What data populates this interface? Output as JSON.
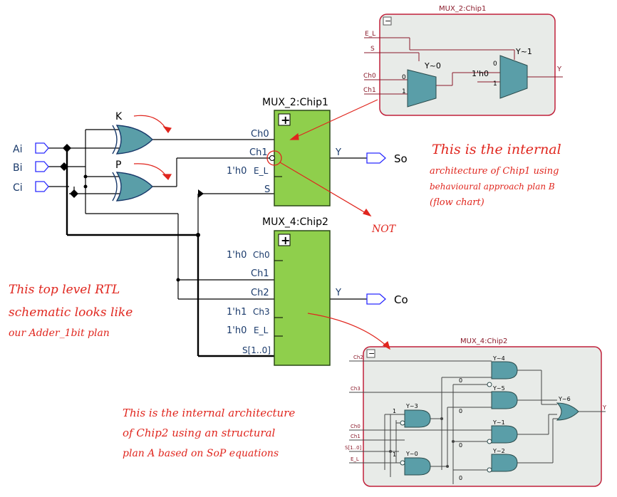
{
  "top_level": {
    "inputs": [
      "Ai",
      "Bi",
      "Ci"
    ],
    "outputs": [
      "So",
      "Co"
    ],
    "gates": [
      "K",
      "P"
    ],
    "chip1": {
      "title": "MUX_2:Chip1",
      "pins": [
        "Ch0",
        "Ch1",
        "1'h0",
        "E_L",
        "S"
      ],
      "out": "Y"
    },
    "chip2": {
      "title": "MUX_4:Chip2",
      "pins": [
        "1'h0",
        "Ch0",
        "Ch1",
        "Ch2",
        "1'h1",
        "Ch3",
        "1'h0",
        "E_L",
        "S[1..0]"
      ],
      "out": "Y"
    },
    "not_label": "NOT",
    "box_sign": "+"
  },
  "inset_chip1": {
    "title": "MUX_2:Chip1",
    "collapse": "−",
    "ports": [
      "E_L",
      "S",
      "Ch0",
      "Ch1"
    ],
    "mux_a": "Y~0",
    "mux_b": "Y~1",
    "const": "1'h0",
    "sel0": "0",
    "sel1": "1",
    "sel0b": "0",
    "sel1b": "1",
    "out": "Y"
  },
  "inset_chip2": {
    "title": "MUX_4:Chip2",
    "collapse": "−",
    "ports": [
      "Ch2",
      "Ch3",
      "Ch0",
      "Ch1",
      "S[1..0]",
      "E_L"
    ],
    "gates": [
      "Y~4",
      "Y~5",
      "Y~3",
      "Y~1",
      "Y~0",
      "Y~2",
      "Y~6"
    ],
    "consts": [
      "0",
      "0",
      "0",
      "0",
      "1",
      "1"
    ],
    "out": "Y"
  },
  "notes": {
    "note1": [
      "This is the internal",
      "architecture of Chip1 using",
      "behavioural approach plan B",
      "(flow chart)"
    ],
    "note2": [
      "This top level RTL",
      "schematic looks like",
      "our Adder_1bit plan"
    ],
    "note3": [
      "This is the internal architecture",
      "of Chip2 using an structural",
      "plan A based on SoP equations"
    ]
  },
  "colors": {
    "wire": "#000000",
    "chip_fill": "#8fcf4c",
    "port_stroke": "#2a2aff",
    "inset_border": "#c0203a",
    "inset_bg": "#e8ebe8",
    "gate_fill": "#5a9ea8",
    "annotation": "#e0261e"
  }
}
